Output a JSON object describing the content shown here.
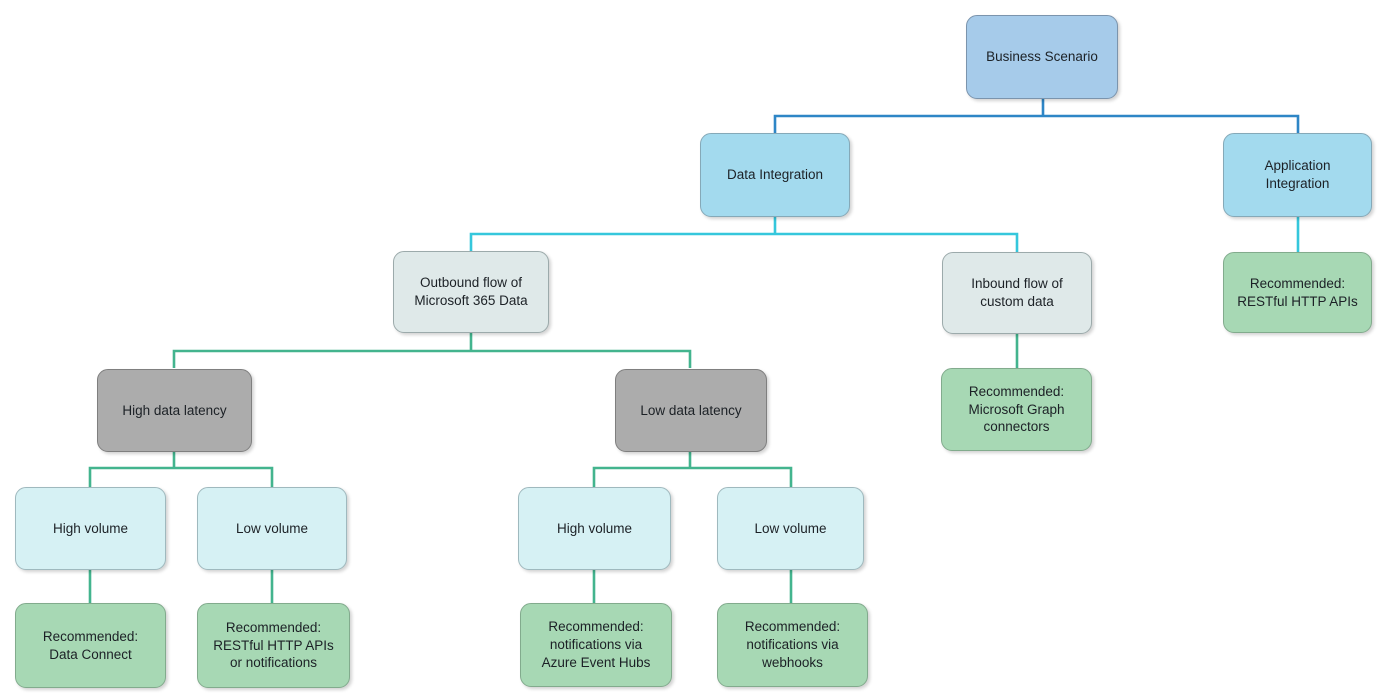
{
  "diagram": {
    "type": "decision-tree-flowchart",
    "topic": "Business Scenario integration decision tree"
  },
  "palette": {
    "root_fill": "#a6cbea",
    "integration_fill": "#a3daee",
    "flow_fill": "#dfe9e9",
    "latency_fill": "#acacac",
    "volume_fill": "#d6f1f4",
    "recommendation_fill": "#a7d8b4",
    "connector_blue": "#2e86c6",
    "connector_cyan": "#35c7dc",
    "connector_green": "#43b48e",
    "background": "#ffffff",
    "text": "#1c2126"
  },
  "nodes": {
    "business_scenario": "Business Scenario",
    "data_integration": "Data Integration",
    "application_integration": "Application\nIntegration",
    "outbound_flow": "Outbound flow of\nMicrosoft 365 Data",
    "inbound_flow": "Inbound flow of\ncustom data",
    "rec_restful_app": "Recommended:\nRESTful HTTP APIs",
    "rec_graph_connectors": "Recommended:\nMicrosoft Graph\nconnectors",
    "high_data_latency": "High data latency",
    "low_data_latency": "Low data latency",
    "high_volume_hl": "High volume",
    "low_volume_hl": "Low volume",
    "high_volume_ll": "High volume",
    "low_volume_ll": "Low volume",
    "rec_data_connect": "Recommended:\nData Connect",
    "rec_restful_notifications": "Recommended:\nRESTful HTTP APIs\nor notifications",
    "rec_event_hubs": "Recommended:\nnotifications via\nAzure Event Hubs",
    "rec_webhooks": "Recommended:\nnotifications via\nwebhooks"
  }
}
